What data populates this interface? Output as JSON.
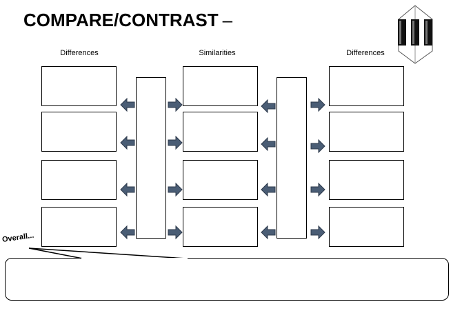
{
  "title": {
    "main": "COMPARE/CONTRAST",
    "dash": "–"
  },
  "columns": {
    "left_heading": "Differences",
    "middle_heading": "Similarities",
    "right_heading": "Differences"
  },
  "overall": {
    "label": "Overall..."
  },
  "icons": {
    "logo": "columns-building-icon",
    "arrow": "block-arrow-icon"
  },
  "colors": {
    "arrow_fill": "#4a5d75",
    "arrow_stroke": "#2d3a4b",
    "border": "#000000"
  }
}
